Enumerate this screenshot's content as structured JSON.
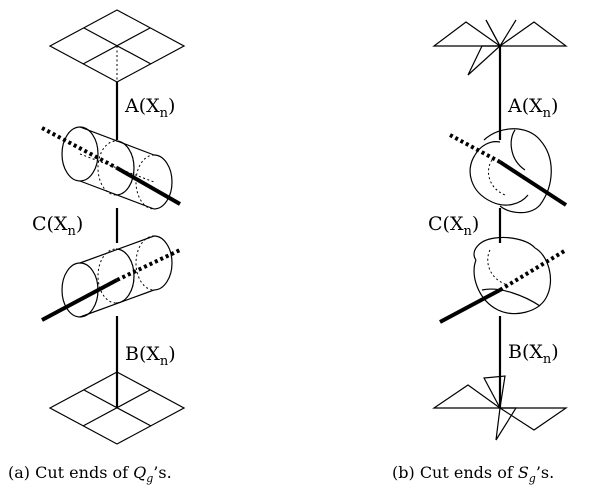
{
  "panel_a": {
    "label_top_main": "A(X",
    "label_top_sub": "n",
    "label_top_close": ")",
    "label_mid_main": "C(X",
    "label_mid_sub": "n",
    "label_mid_close": ")",
    "label_bot_main": "B(X",
    "label_bot_sub": "n",
    "label_bot_close": ")",
    "caption_prefix": "(a) Cut ends of ",
    "caption_sym": "Q",
    "caption_sub": "g",
    "caption_suffix": "’s."
  },
  "panel_b": {
    "label_top_main": "A(X",
    "label_top_sub": "n",
    "label_top_close": ")",
    "label_mid_main": "C(X",
    "label_mid_sub": "n",
    "label_mid_close": ")",
    "label_bot_main": "B(X",
    "label_bot_sub": "n",
    "label_bot_close": ")",
    "caption_prefix": "(b) Cut ends of ",
    "caption_sym": "S",
    "caption_sub": "g",
    "caption_suffix": "’s."
  }
}
